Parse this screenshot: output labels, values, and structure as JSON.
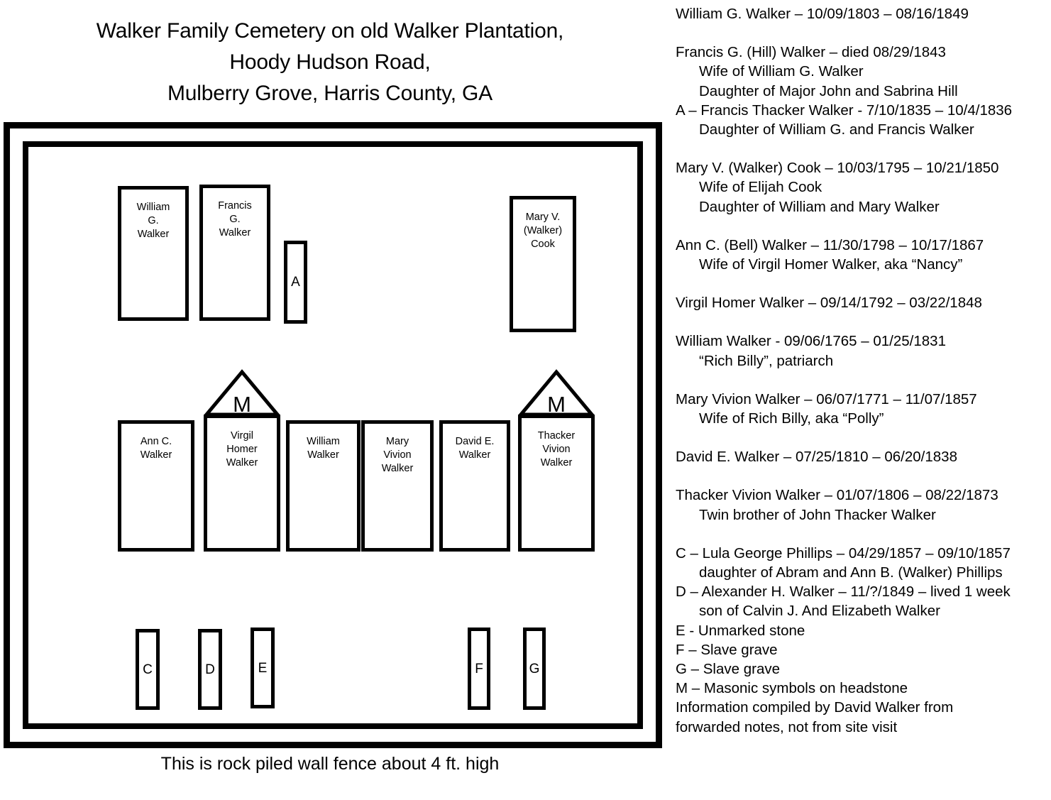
{
  "title": {
    "line1": "Walker Family Cemetery on old Walker Plantation,",
    "line2": "Hoody Hudson Road,",
    "line3": "Mulberry Grove, Harris County, GA"
  },
  "fence_caption": "This is rock piled wall fence about 4 ft. high",
  "plot": {
    "top_row": [
      {
        "id": "william-g-walker",
        "label": "William\nG.\nWalker"
      },
      {
        "id": "francis-g-walker",
        "label": "Francis\nG.\nWalker"
      },
      {
        "id": "marker-a",
        "label": "A"
      },
      {
        "id": "mary-v-walker-cook",
        "label": "Mary V.\n(Walker)\nCook"
      }
    ],
    "middle_row": [
      {
        "id": "ann-c-walker",
        "label": "Ann C.\nWalker",
        "masonic": ""
      },
      {
        "id": "virgil-homer-walker",
        "label": "Virgil\nHomer\nWalker",
        "masonic": "M"
      },
      {
        "id": "william-walker",
        "label": "William\nWalker",
        "masonic": ""
      },
      {
        "id": "mary-vivion-walker",
        "label": "Mary\nVivion\nWalker",
        "masonic": ""
      },
      {
        "id": "david-e-walker",
        "label": "David E.\nWalker",
        "masonic": ""
      },
      {
        "id": "thacker-vivion-walker",
        "label": "Thacker\nVivion\nWalker",
        "masonic": "M"
      }
    ],
    "bottom_row": [
      {
        "id": "marker-c",
        "label": "C"
      },
      {
        "id": "marker-d",
        "label": "D"
      },
      {
        "id": "marker-e",
        "label": "E"
      },
      {
        "id": "marker-f",
        "label": "F"
      },
      {
        "id": "marker-g",
        "label": "G"
      }
    ]
  },
  "notes": {
    "e1_l1": "William G. Walker – 10/09/1803 – 08/16/1849",
    "e2_l1": "Francis G.  (Hill) Walker – died 08/29/1843",
    "e2_l2": "Wife of William G. Walker",
    "e2_l3": "Daughter of Major John and Sabrina Hill",
    "e2_l4": "A – Francis Thacker Walker - 7/10/1835 – 10/4/1836",
    "e2_l5": "Daughter of William G. and Francis Walker",
    "e3_l1": "Mary V. (Walker) Cook – 10/03/1795 – 10/21/1850",
    "e3_l2": "Wife of Elijah Cook",
    "e3_l3": "Daughter of William and Mary Walker",
    "e4_l1": "Ann C. (Bell) Walker – 11/30/1798 – 10/17/1867",
    "e4_l2": "Wife of Virgil Homer Walker, aka “Nancy”",
    "e5_l1": "Virgil Homer Walker – 09/14/1792 – 03/22/1848",
    "e6_l1": "William Walker - 09/06/1765 – 01/25/1831",
    "e6_l2": "“Rich Billy”, patriarch",
    "e7_l1": "Mary Vivion Walker – 06/07/1771 – 11/07/1857",
    "e7_l2": "Wife of Rich Billy, aka “Polly”",
    "e8_l1": "David E. Walker – 07/25/1810 – 06/20/1838",
    "e9_l1": "Thacker Vivion Walker – 01/07/1806 – 08/22/1873",
    "e9_l2": "Twin brother of John Thacker Walker",
    "e10_l1": "C – Lula George Phillips – 04/29/1857 – 09/10/1857",
    "e10_l2": "daughter of Abram and Ann B. (Walker) Phillips",
    "e11_l1": "D – Alexander H. Walker – 11/?/1849 – lived 1 week",
    "e11_l2": "son of Calvin J.  And Elizabeth Walker",
    "e12_l1": "E -  Unmarked stone",
    "e13_l1": "F – Slave grave",
    "e14_l1": "G – Slave grave",
    "e15_l1": "M – Masonic symbols on headstone",
    "e16_l1": "Information compiled by David Walker from",
    "e16_l2": "forwarded notes, not from site visit"
  }
}
